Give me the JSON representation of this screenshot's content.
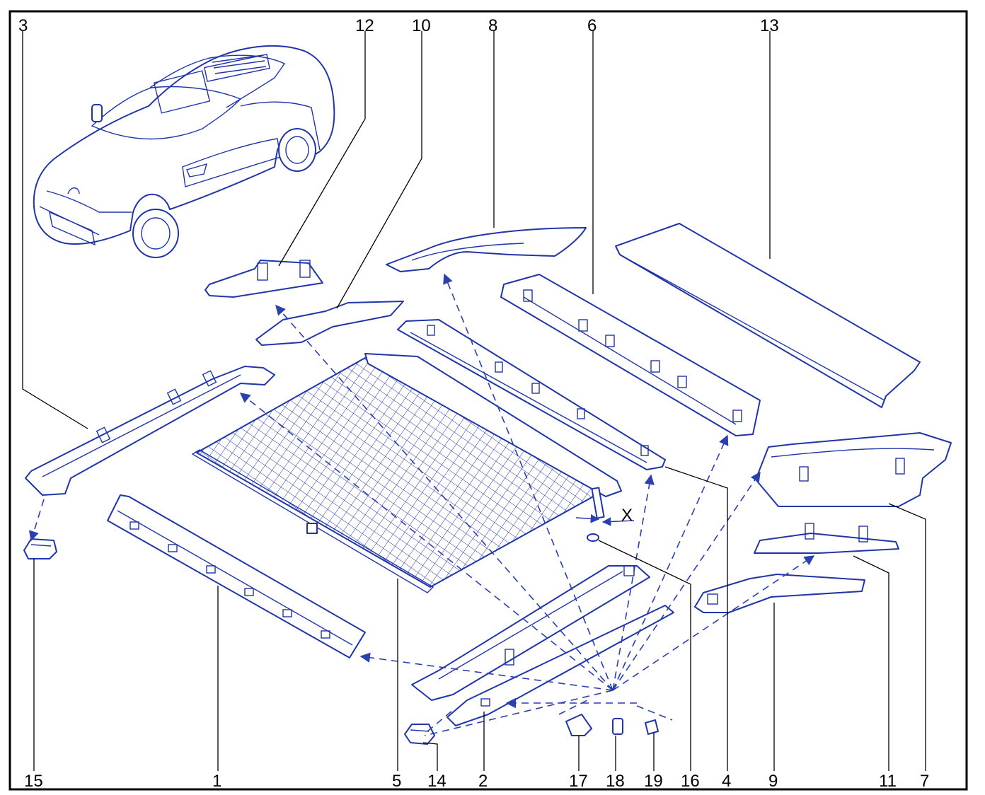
{
  "labels": {
    "l1": "1",
    "l2": "2",
    "l3": "3",
    "l4": "4",
    "l5": "5",
    "l6": "6",
    "l7": "7",
    "l8": "8",
    "l9": "9",
    "l10": "10",
    "l11": "11",
    "l12": "12",
    "l13": "13",
    "l14": "14",
    "l15": "15",
    "l16": "16",
    "l17": "17",
    "l18": "18",
    "l19": "19"
  },
  "dimension_label": "X",
  "colors": {
    "line": "#1f35a8",
    "frame": "#000000",
    "background": "#ffffff"
  }
}
